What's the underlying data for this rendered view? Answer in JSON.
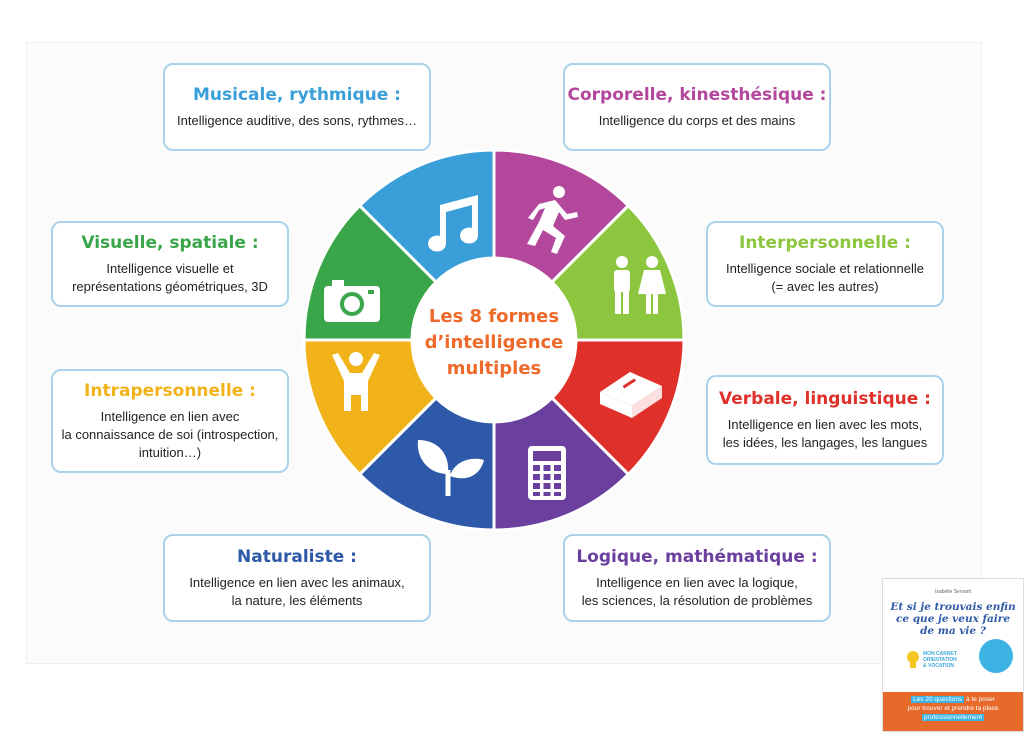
{
  "center_title": [
    "Les 8 formes",
    "d’intelligence",
    "multiples"
  ],
  "colors": {
    "musical": "#3a9fd9",
    "corporal": "#b3479b",
    "interpersonal": "#8cc63f",
    "verbal": "#e0302a",
    "logical": "#6a3f9e",
    "naturalist": "#2e59a8",
    "intrapersonal": "#f2b31a",
    "visual": "#3aa64a",
    "center_text": "#ee6a2a",
    "card_border": "#a9d3ec"
  },
  "cards": {
    "musical": {
      "title": "Musicale, rythmique :",
      "desc": "Intelligence auditive, des sons, rythmes…"
    },
    "corporal": {
      "title": "Corporelle, kinesthésique :",
      "desc": "Intelligence du corps et des mains"
    },
    "visual": {
      "title": "Visuelle, spatiale :",
      "desc": "Intelligence visuelle et\nreprésentations géométriques, 3D"
    },
    "interpersonal": {
      "title": "Interpersonnelle :",
      "desc": "Intelligence sociale et relationnelle\n(= avec les autres)"
    },
    "intrapersonal": {
      "title": "Intrapersonnelle :",
      "desc": "Intelligence en lien avec\nla connaissance de soi (introspection,\nintuition…)"
    },
    "verbal": {
      "title": "Verbale, linguistique :",
      "desc": "Intelligence en lien avec les mots,\nles idées, les langages, les langues"
    },
    "naturalist": {
      "title": "Naturaliste :",
      "desc": "Intelligence en lien avec les animaux,\nla nature, les éléments"
    },
    "logical": {
      "title": "Logique, mathématique :",
      "desc": "Intelligence en lien avec la logique,\nles sciences, la résolution de problèmes"
    }
  },
  "icons": {
    "musical": "music-note-icon",
    "corporal": "runner-icon",
    "interpersonal": "people-icon",
    "verbal": "book-icon",
    "logical": "calculator-icon",
    "naturalist": "leaf-icon",
    "intrapersonal": "person-arms-up-icon",
    "visual": "camera-icon"
  },
  "book": {
    "author": "Isabelle Servant",
    "title": "Et si je trouvais enfin\nce que je veux faire\nde ma vie ?",
    "subtitle": "MON CARNET\nORIENTATION\n& VOCATION",
    "bottom_hl": "Les 20 questions",
    "bottom_rest": " à te poser\npour trouver et prendre ta place\n",
    "bottom_hl2": "professionnellement"
  }
}
